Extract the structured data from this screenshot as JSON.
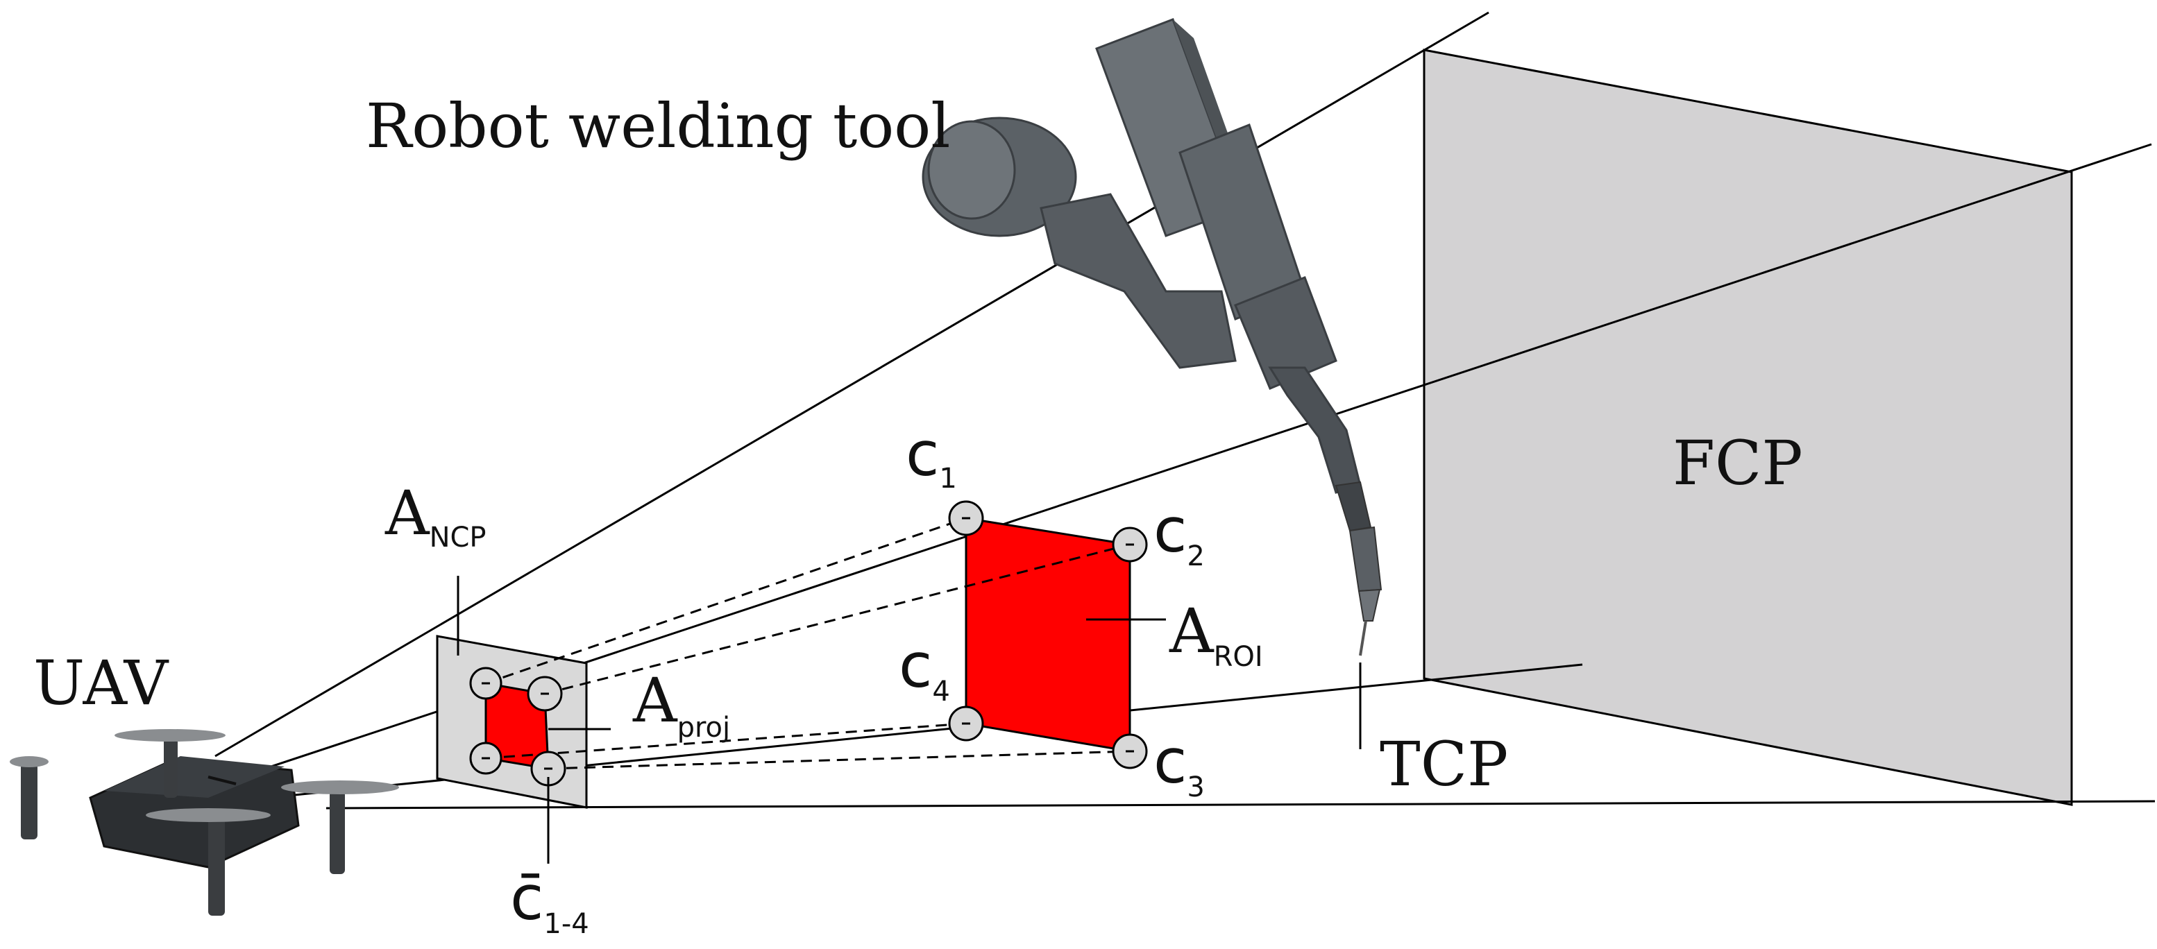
{
  "labels": {
    "robot_tool": "Robot welding tool",
    "fcp": "FCP",
    "uav": "UAV",
    "tcp": "TCP",
    "a_ncp": {
      "main": "A",
      "sub": "NCP"
    },
    "a_proj": {
      "main": "A",
      "sub": "proj"
    },
    "a_roi": {
      "main": "A",
      "sub": "ROI"
    },
    "c1": {
      "main": "c",
      "sub": "1"
    },
    "c2": {
      "main": "c",
      "sub": "2"
    },
    "c3": {
      "main": "c",
      "sub": "3"
    },
    "c4": {
      "main": "c",
      "sub": "4"
    },
    "cbar": {
      "main": "c̄",
      "sub": "1-4"
    }
  },
  "colors": {
    "roi_fill": "#ff0000",
    "plane_fill": "#d3d2d3",
    "near_plane_fill": "#d9d9d9",
    "corner_marker": "#d8d8d8",
    "line": "#000000",
    "robot": "#5b6166",
    "uav_body": "#2c2f32"
  }
}
